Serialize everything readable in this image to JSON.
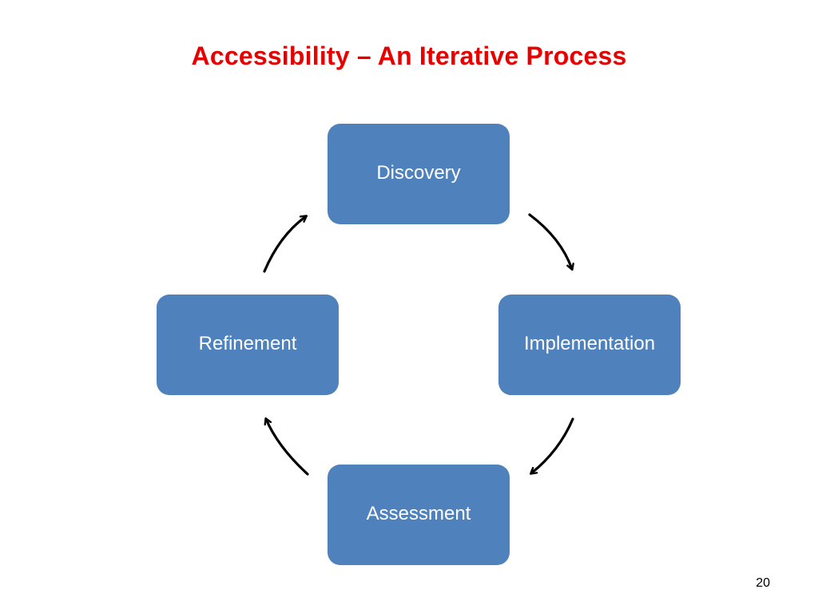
{
  "slide": {
    "title": "Accessibility – An Iterative Process",
    "page_number": "20"
  },
  "cycle": {
    "steps": [
      {
        "label": "Discovery"
      },
      {
        "label": "Implementation"
      },
      {
        "label": "Assessment"
      },
      {
        "label": "Refinement"
      }
    ],
    "direction": "clockwise"
  },
  "colors": {
    "title": "#e60000",
    "node_fill": "#4f81bd",
    "node_text": "#ffffff",
    "arrow": "#000000"
  }
}
